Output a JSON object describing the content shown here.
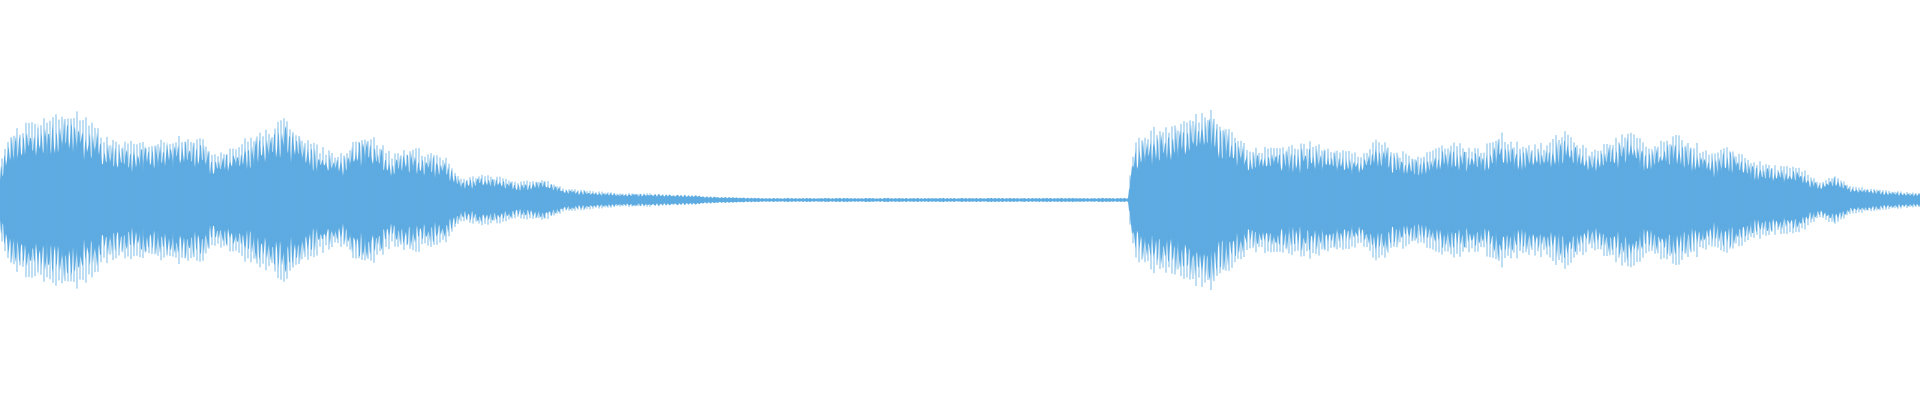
{
  "waveform": {
    "color": "#5dabe1",
    "channels": 1,
    "segments": [
      {
        "name": "first-sound",
        "shape": "decaying-tone-cluster"
      },
      {
        "name": "silence",
        "shape": "flat-line"
      },
      {
        "name": "second-sound",
        "shape": "sustained-tone-cluster"
      }
    ]
  }
}
